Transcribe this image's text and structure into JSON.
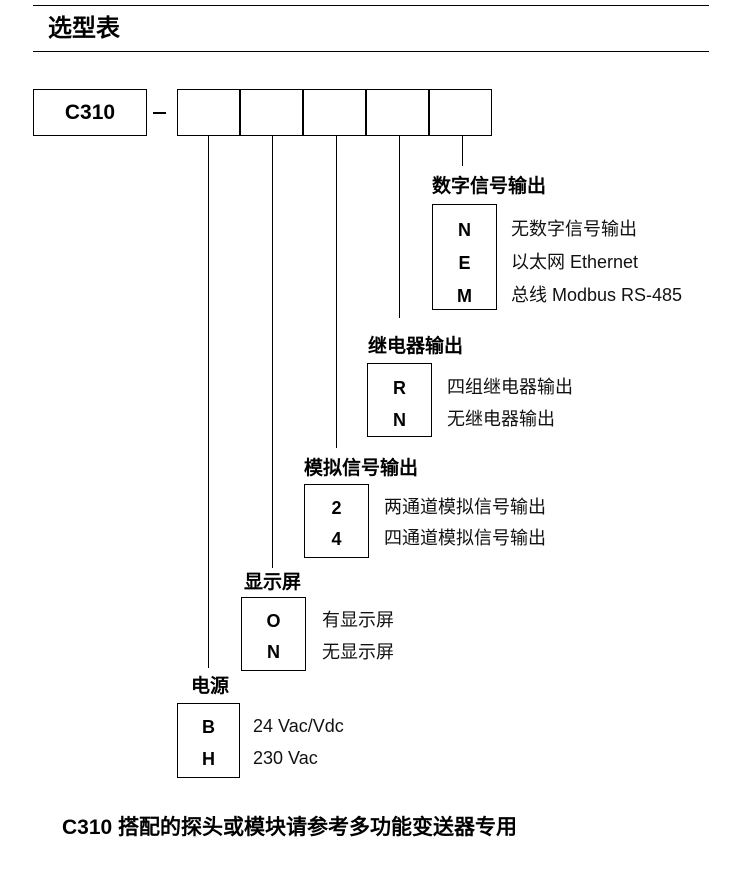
{
  "title": "选型表",
  "model": {
    "name": "C310",
    "separator": "—"
  },
  "groups": {
    "digital": {
      "title": "数字信号输出",
      "options": [
        {
          "code": "N",
          "desc": "无数字信号输出"
        },
        {
          "code": "E",
          "desc": "以太网  Ethernet"
        },
        {
          "code": "M",
          "desc": "总线  Modbus RS-485"
        }
      ]
    },
    "relay": {
      "title": "继电器输出",
      "options": [
        {
          "code": "R",
          "desc": "四组继电器输出"
        },
        {
          "code": "N",
          "desc": "无继电器输出"
        }
      ]
    },
    "analog": {
      "title": "模拟信号输出",
      "options": [
        {
          "code": "2",
          "desc": "两通道模拟信号输出"
        },
        {
          "code": "4",
          "desc": "四通道模拟信号输出"
        }
      ]
    },
    "display": {
      "title": "显示屏",
      "options": [
        {
          "code": "O",
          "desc": "有显示屏"
        },
        {
          "code": "N",
          "desc": "无显示屏"
        }
      ]
    },
    "power": {
      "title": "电源",
      "options": [
        {
          "code": "B",
          "desc": "24 Vac/Vdc"
        },
        {
          "code": "H",
          "desc": "230 Vac"
        }
      ]
    }
  },
  "footer": "C310 搭配的探头或模块请参考多功能变送器专用"
}
